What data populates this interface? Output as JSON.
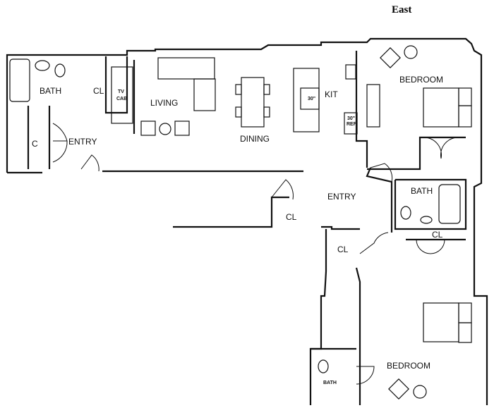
{
  "compass": "East",
  "rooms": {
    "bath_left": "BATH",
    "cl_left_top": "CL",
    "tv_cab_1": "TV",
    "tv_cab_2": "CAB",
    "living": "LIVING",
    "c_left": "C",
    "entry_left": "ENTRY",
    "dining": "DINING",
    "kit": "KIT",
    "range": "30\"",
    "ref_1": "30\"",
    "ref_2": "REF",
    "bedroom_top": "BEDROOM",
    "entry_center": "ENTRY",
    "cl_center": "CL",
    "bath_right": "BATH",
    "cl_right": "CL",
    "cl_lower": "CL",
    "bedroom_bottom": "BEDROOM",
    "bath_bottom": "BATH"
  }
}
